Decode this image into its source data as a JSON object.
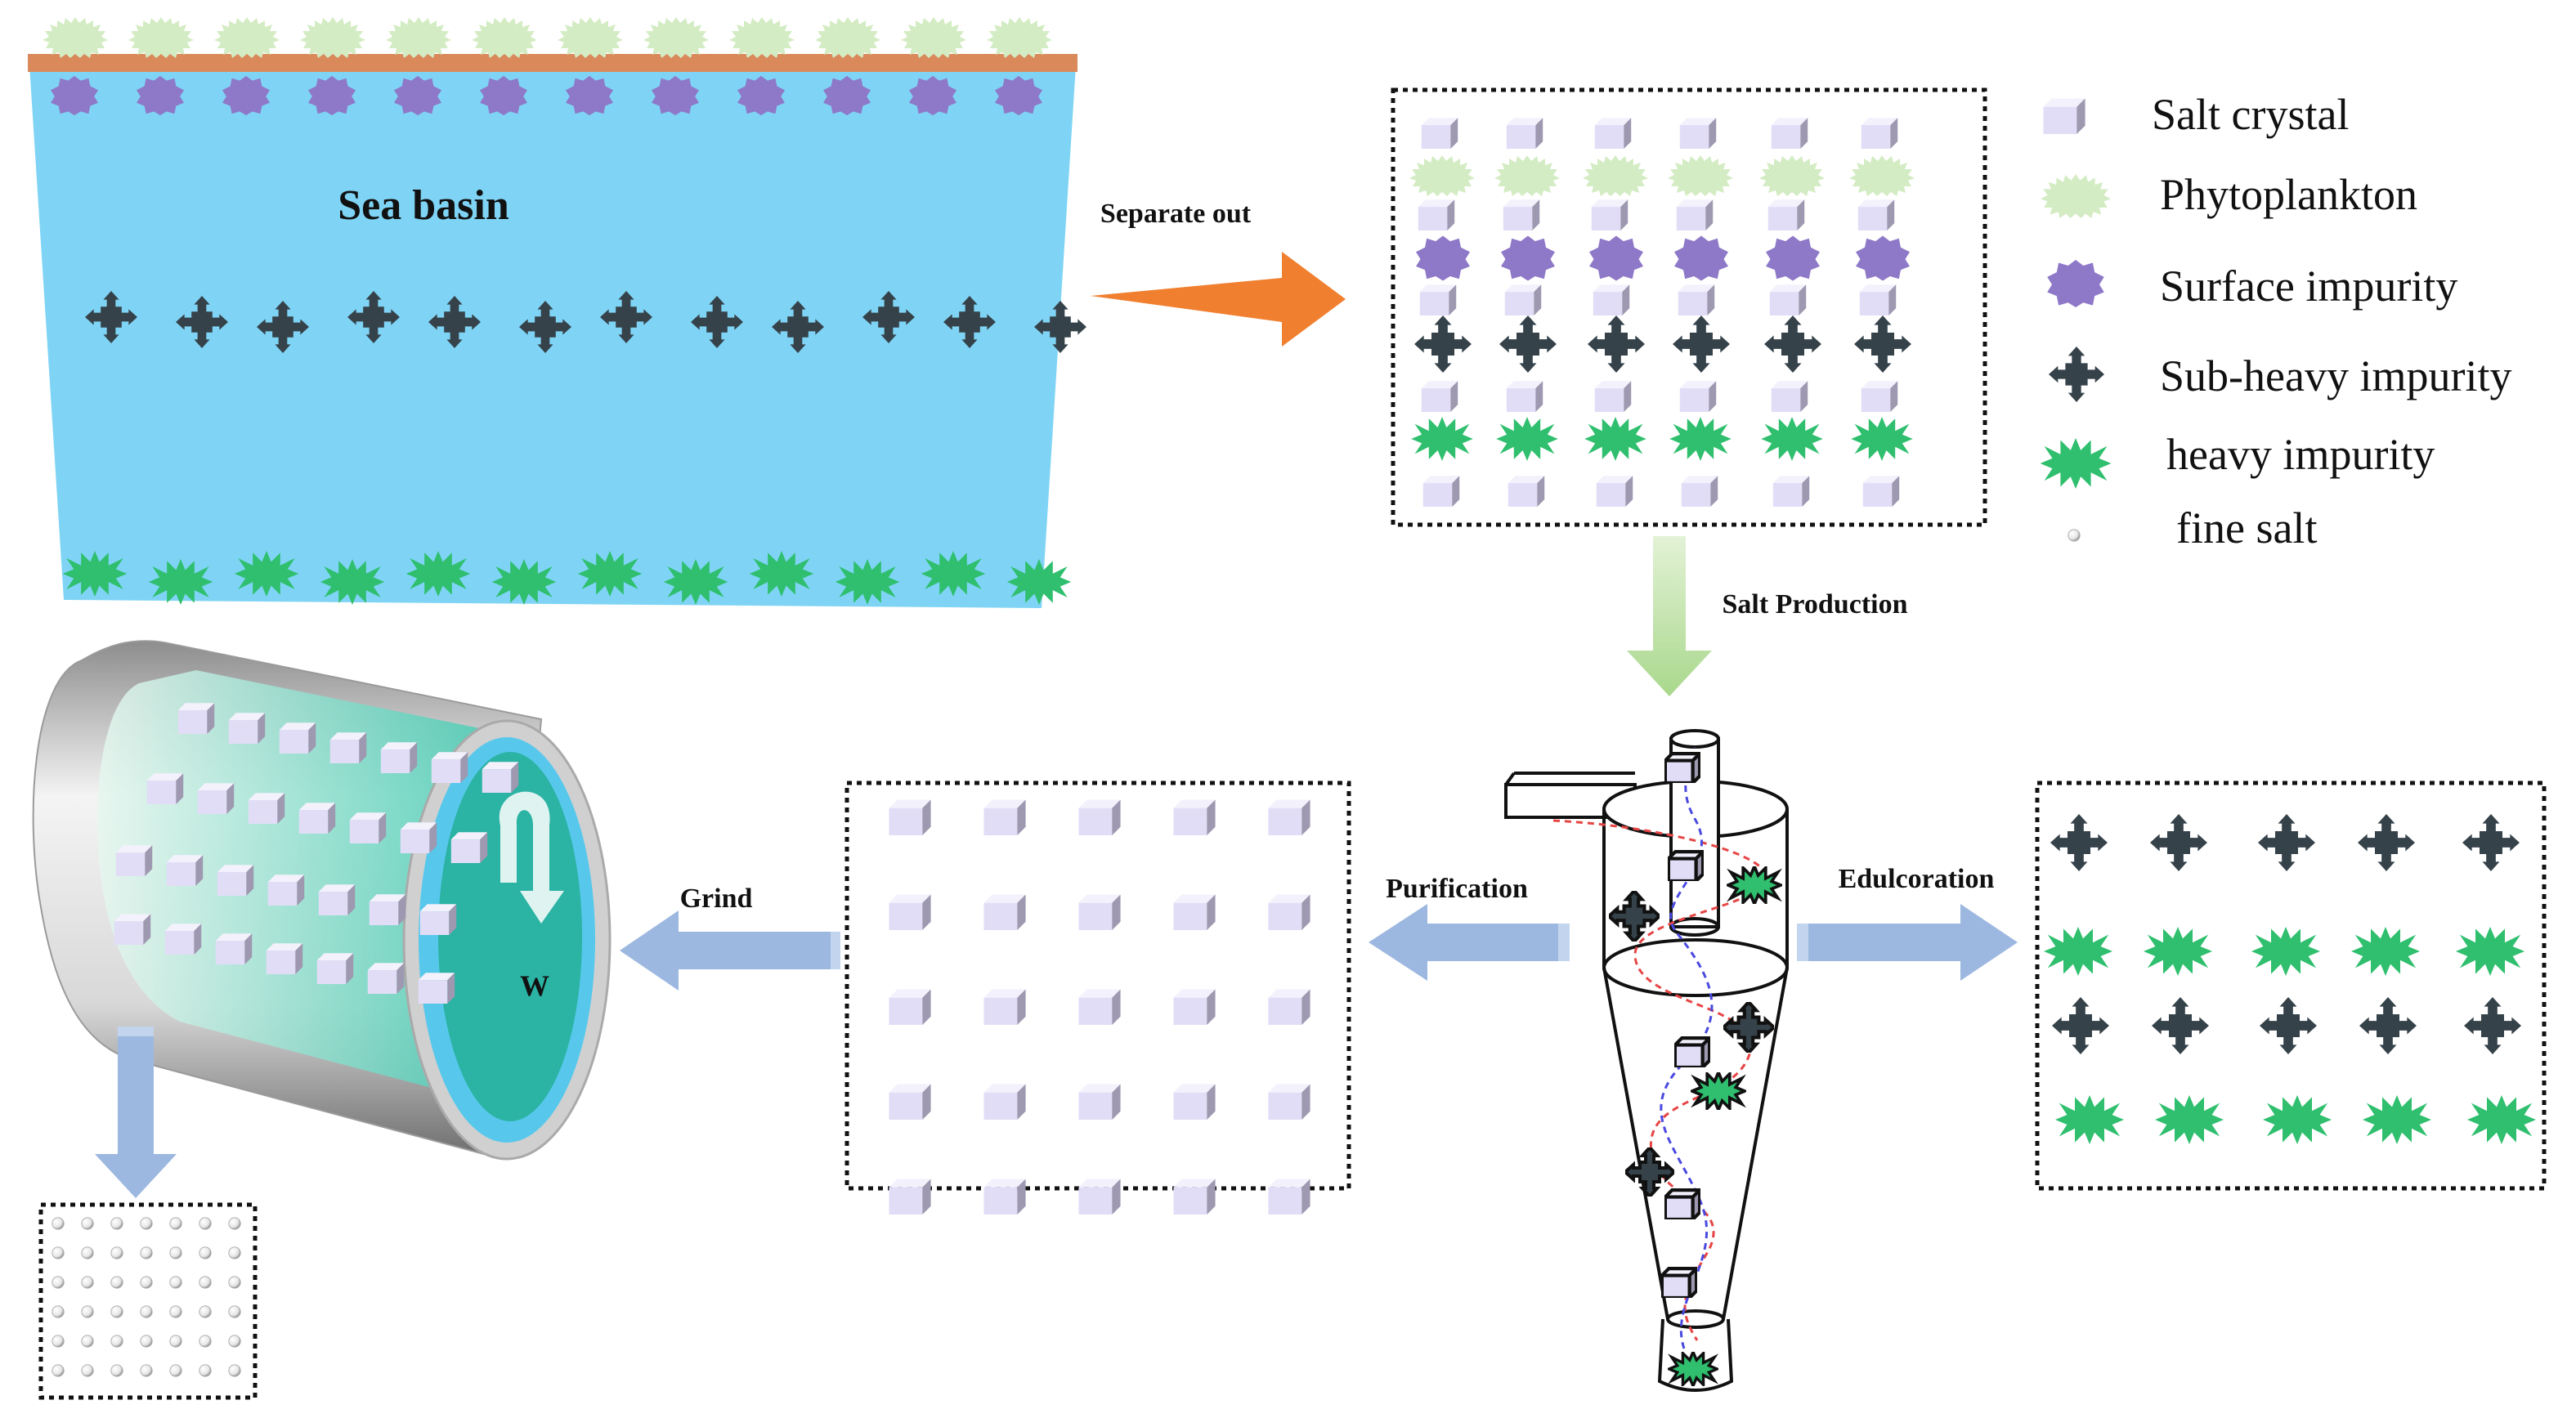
{
  "labels": {
    "sea_basin": "Sea basin",
    "separate_out": "Separate out",
    "salt_production": "Salt Production",
    "purification": "Purification",
    "edulcoration": "Edulcoration",
    "grind": "Grind",
    "rotation": "W"
  },
  "legend": [
    {
      "icon": "salt-crystal-icon",
      "label": "Salt crystal"
    },
    {
      "icon": "phytoplankton-icon",
      "label": "Phytoplankton"
    },
    {
      "icon": "surface-impurity-icon",
      "label": "Surface impurity"
    },
    {
      "icon": "sub-heavy-impurity-icon",
      "label": "Sub-heavy impurity"
    },
    {
      "icon": "heavy-impurity-icon",
      "label": "heavy impurity"
    },
    {
      "icon": "fine-salt-icon",
      "label": "fine salt"
    }
  ],
  "colors": {
    "sea": "#7fd4f5",
    "shore": "#d9895a",
    "phytoplankton": "#d4ecc4",
    "surface_impurity": "#8e78c8",
    "sub_heavy_impurity": "#36424a",
    "heavy_impurity": "#2fbf6e",
    "salt_crystal": "#e0dcf5",
    "flow_arrow": "#9db8e0",
    "separate_arrow": "#f08030",
    "production_arrow": "#a9d88c",
    "grinder_inner": "#3fc9b0"
  }
}
